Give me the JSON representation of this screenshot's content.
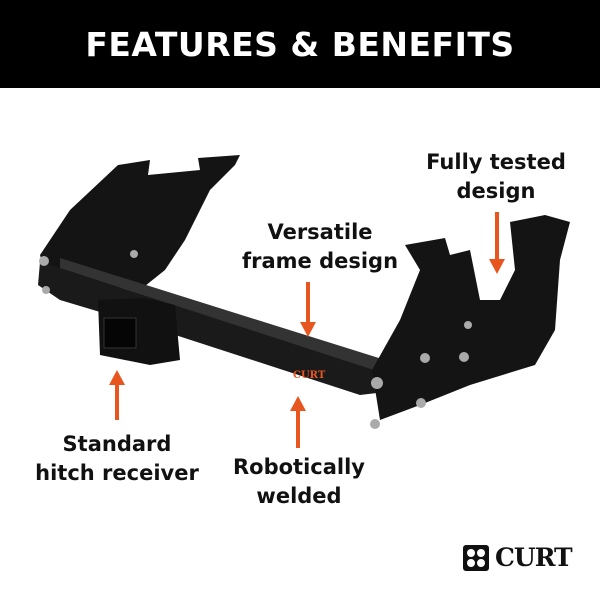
{
  "header": {
    "title": "FEATURES & BENEFITS"
  },
  "callouts": {
    "fully_tested": [
      "Fully tested",
      "design"
    ],
    "versatile": [
      "Versatile",
      "frame design"
    ],
    "standard": [
      "Standard",
      "hitch receiver"
    ],
    "robotic": [
      "Robotically",
      "welded"
    ]
  },
  "brand": {
    "logo_text": "CURT",
    "accent_color": "#e8561f"
  },
  "colors": {
    "arrow": "#e8561f",
    "hitch": "#141414",
    "header_bg": "#000000"
  }
}
